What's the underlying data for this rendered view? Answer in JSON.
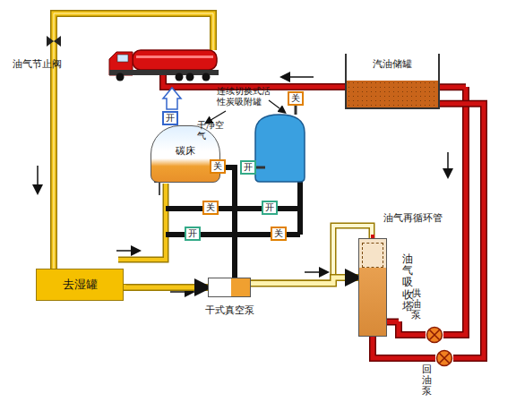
{
  "diagram": {
    "nodes": [
      {
        "text": [
          "汽油储罐"
        ]
      },
      {
        "text": [
          "碳床"
        ]
      },
      {
        "text": [
          "开"
        ]
      },
      {
        "text": [
          "关"
        ]
      },
      {
        "text": [
          "关"
        ]
      },
      {
        "text": [
          "开"
        ]
      },
      {
        "text": [
          "关"
        ]
      },
      {
        "text": [
          "开"
        ]
      },
      {
        "text": [
          "开"
        ]
      },
      {
        "text": [
          "关"
        ]
      },
      {
        "text": [
          "去湿罐"
        ]
      },
      {
        "text": [
          "干式真空泵"
        ]
      },
      {
        "text": [
          "油气吸收塔"
        ]
      },
      {
        "text": [
          "供油泵"
        ]
      },
      {
        "text": [
          "回油泵"
        ]
      }
    ],
    "edges": [
      {
        "from": 10,
        "to": 11,
        "arrow": "to"
      },
      {
        "from": 11,
        "to": 12,
        "arrow": "to"
      },
      {
        "from": 0,
        "to": 13,
        "arrow": "none"
      },
      {
        "from": 13,
        "to": 12,
        "arrow": "none"
      },
      {
        "from": 12,
        "to": 14,
        "arrow": "none"
      },
      {
        "from": 14,
        "to": 0,
        "arrow": "none"
      }
    ],
    "labels": [
      "油气节止阀",
      "连续切换式活性炭吸附罐",
      "干净空气",
      "油气再循环管"
    ]
  }
}
